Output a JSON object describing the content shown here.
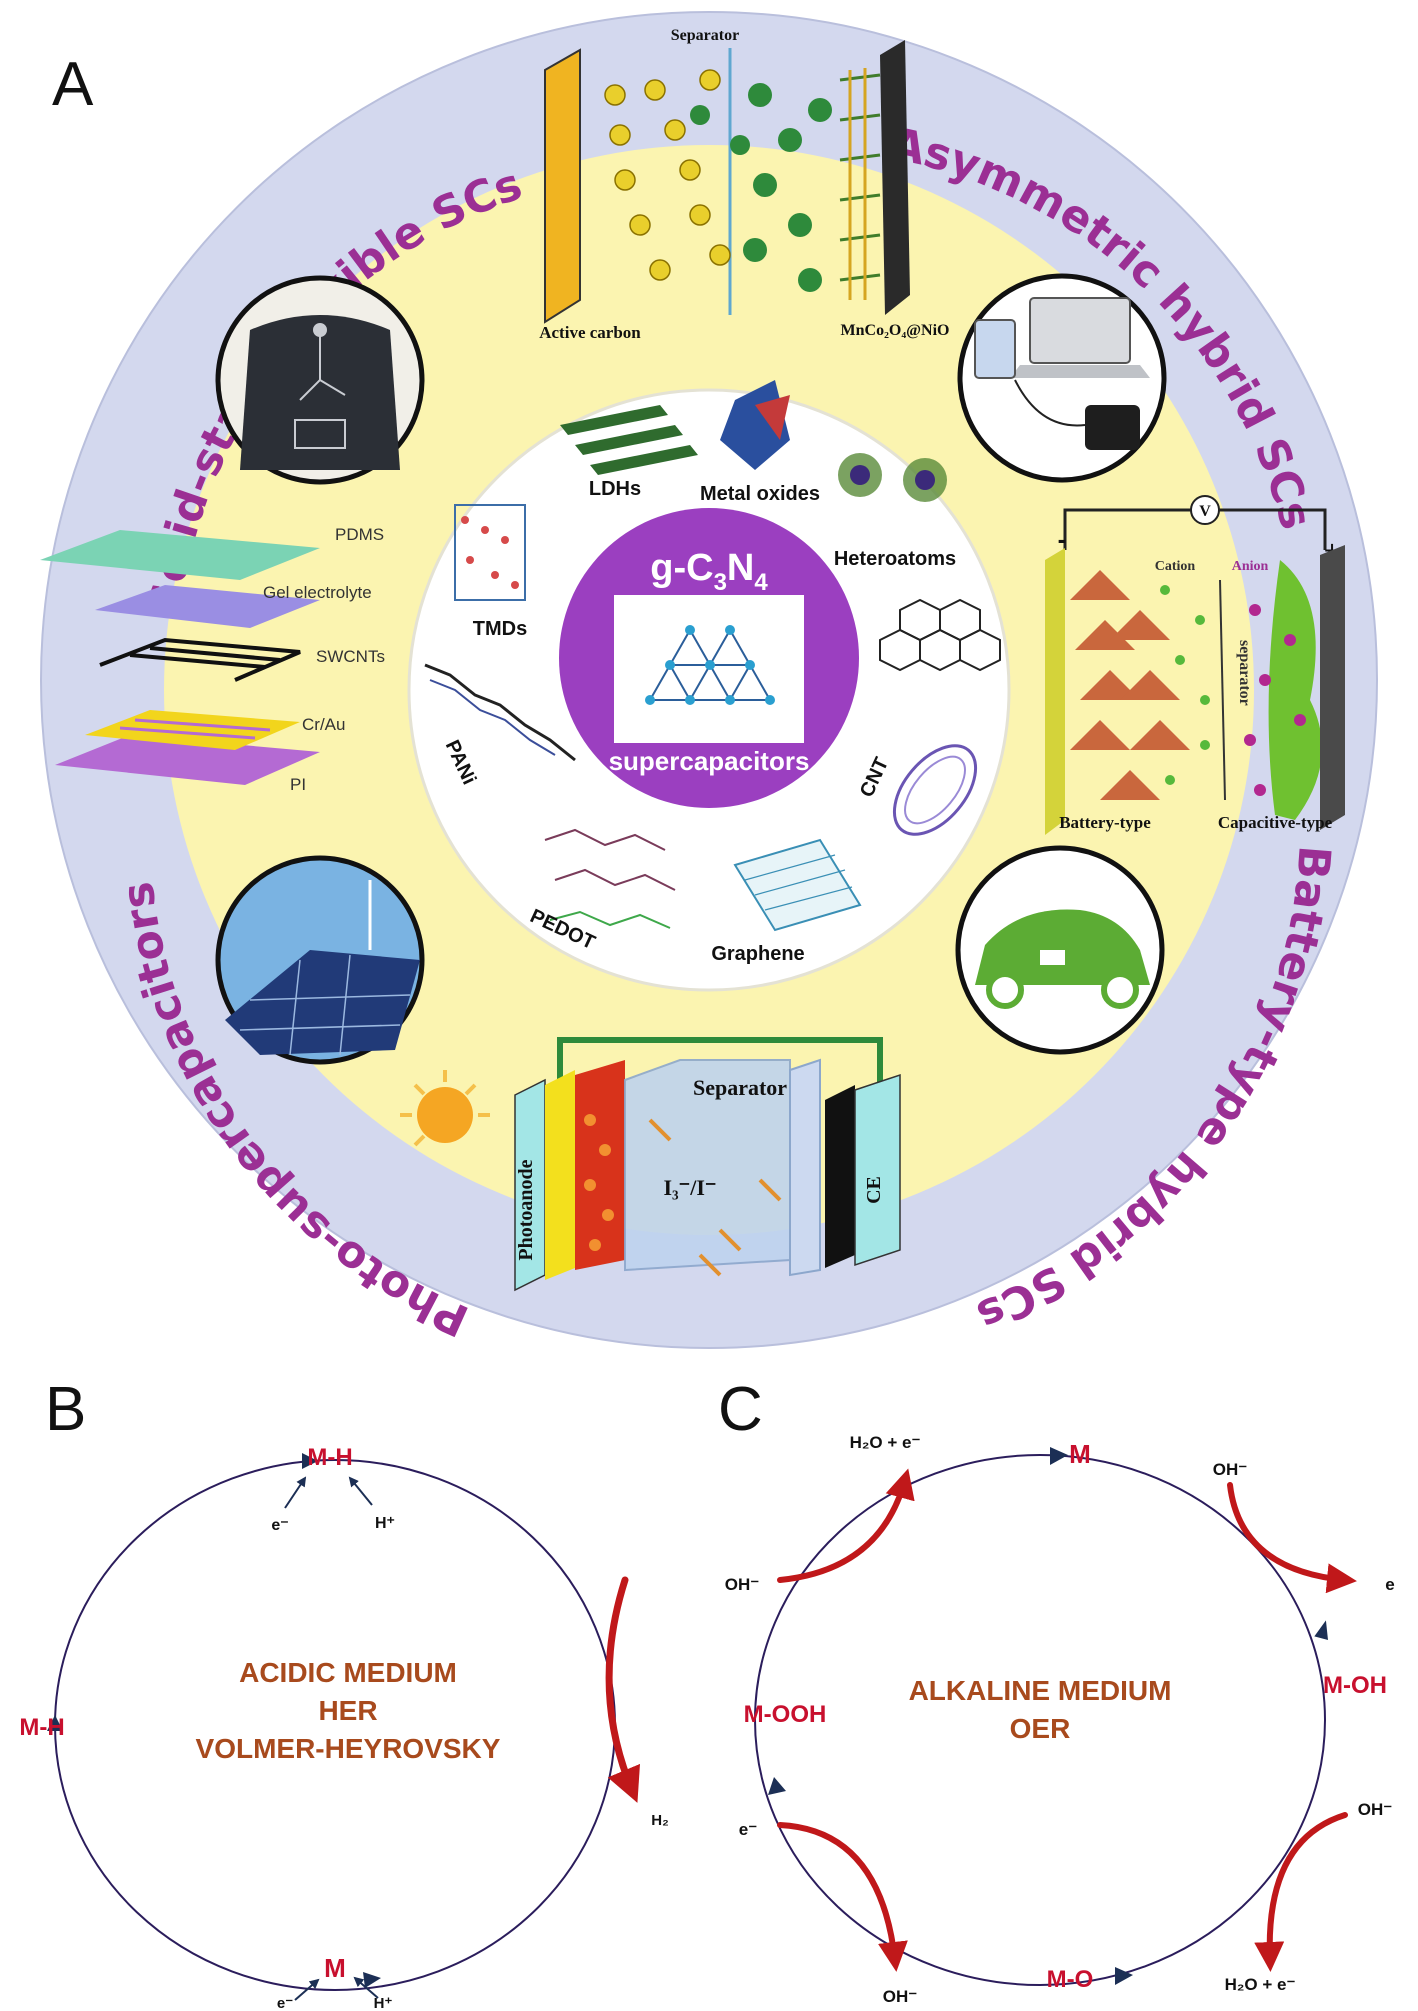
{
  "panels": {
    "a": "A",
    "b": "B",
    "c": "C"
  },
  "ring": {
    "top_left": "Solid-state/flexible SCs",
    "top_right": "Asymmetric hybrid SCs",
    "bottom_right": "Battery-type hybrid SCs",
    "bottom_left": "Photo-supercapacitors"
  },
  "center": {
    "title_main": "g-C",
    "sub1": "3",
    "mid": "N",
    "sub2": "4",
    "subtitle": "supercapacitors"
  },
  "materials": {
    "ldhs": "LDHs",
    "metal_oxides": "Metal oxides",
    "heteroatoms": "Heteroatoms",
    "tmds": "TMDs",
    "pani": "PANi",
    "cnt": "CNT",
    "pedot": "PEDOT",
    "graphene": "Graphene"
  },
  "asym": {
    "separator": "Separator",
    "active_carbon": "Active carbon",
    "electrode": "MnCo₂O₄@NiO"
  },
  "flex_layers": [
    "PDMS",
    "Gel electrolyte",
    "SWCNTs",
    "Cr/Au",
    "PI"
  ],
  "battery": {
    "minus": "-",
    "plus": "+",
    "volt": "V",
    "cation": "Cation",
    "anion": "Anion",
    "separator": "separator",
    "battery_type": "Battery-type",
    "capacitive_type": "Capacitive-type"
  },
  "photo": {
    "separator": "Separator",
    "photoanode": "Photoanode",
    "electrolyte": "I₃⁻/I⁻",
    "ce": "CE"
  },
  "her": {
    "line1": "ACIDIC MEDIUM",
    "line2": "HER",
    "line3": "VOLMER-HEYROVSKY",
    "top_node": "M-H",
    "left_node": "M-H",
    "bottom_node": "M",
    "e_top": "e⁻",
    "h_top": "H⁺",
    "e_bottom": "e⁻",
    "h_bottom": "H⁺",
    "h2": "H₂"
  },
  "oer": {
    "line1": "ALKALINE MEDIUM",
    "line2": "OER",
    "n_top": "M",
    "n_right": "M-OH",
    "n_bottom": "M-O",
    "n_left": "M-OOH",
    "h2o_e_top": "H₂O  + e⁻",
    "oh_left": "OH⁻",
    "oh_top_right": "OH⁻",
    "e_right": "e",
    "oh_bottom_right": "OH⁻",
    "h2o_e_bottom": "H₂O + e⁻",
    "oh_bottom": "OH⁻",
    "e_left": "e⁻"
  },
  "colors": {
    "ring_purple": "#9b2f94",
    "ring_bg": "#d3d8ee",
    "inner_yellow": "#fbf4b0",
    "center_purple": "#9b3fc0",
    "node_red": "#c8102e",
    "label_brown": "#a84a1d",
    "arrow_red": "#d4201a"
  }
}
